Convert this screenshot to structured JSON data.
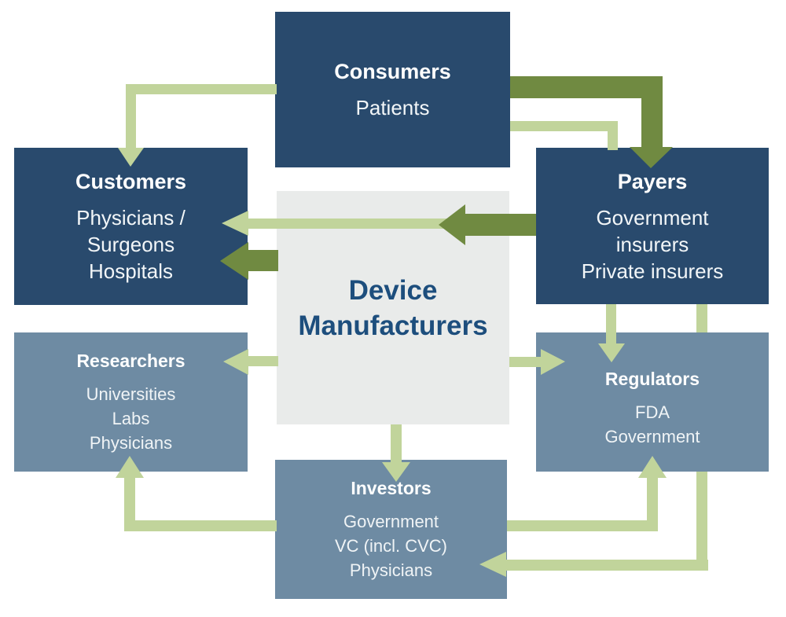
{
  "palette": {
    "navy": "#294a6d",
    "slate": "#6e8ba3",
    "center_gray": "#e9ebea",
    "light_green": "#c1d49b",
    "olive": "#708a41",
    "center_text_blue": "#1d4e7d",
    "text_white": "#ffffff"
  },
  "nodes": {
    "consumers": {
      "title": "Consumers",
      "items": [
        "Patients"
      ]
    },
    "customers": {
      "title": "Customers",
      "items": [
        "Physicians /",
        "Surgeons",
        "Hospitals"
      ]
    },
    "payers": {
      "title": "Payers",
      "items": [
        "Government",
        "insurers",
        "Private insurers"
      ]
    },
    "device_manufacturers": {
      "line1": "Device",
      "line2": "Manufacturers"
    },
    "researchers": {
      "title": "Researchers",
      "items": [
        "Universities",
        "Labs",
        "Physicians"
      ]
    },
    "regulators": {
      "title": "Regulators",
      "items": [
        "FDA",
        "Government"
      ]
    },
    "investors": {
      "title": "Investors",
      "items": [
        "Government",
        "VC (incl. CVC)",
        "Physicians"
      ]
    }
  },
  "arrows": [
    {
      "from": "consumers",
      "to": "customers",
      "color": "light_green"
    },
    {
      "from": "consumers",
      "to": "payers",
      "color": "olive"
    },
    {
      "from": "consumers",
      "to": "payers",
      "color": "light_green"
    },
    {
      "from": "payers",
      "to": "device_manufacturers",
      "color": "olive"
    },
    {
      "from": "device_manufacturers",
      "to": "customers",
      "color": "light_green"
    },
    {
      "from": "device_manufacturers",
      "to": "customers",
      "color": "olive"
    },
    {
      "from": "device_manufacturers",
      "to": "researchers",
      "color": "light_green"
    },
    {
      "from": "device_manufacturers",
      "to": "regulators",
      "color": "light_green"
    },
    {
      "from": "payers",
      "to": "regulators",
      "color": "light_green"
    },
    {
      "from": "payers",
      "to": "investors",
      "color": "light_green"
    },
    {
      "from": "investors",
      "to": "regulators",
      "color": "light_green"
    },
    {
      "from": "investors",
      "to": "researchers",
      "color": "light_green"
    },
    {
      "from": "device_manufacturers",
      "to": "investors",
      "color": "light_green"
    }
  ]
}
